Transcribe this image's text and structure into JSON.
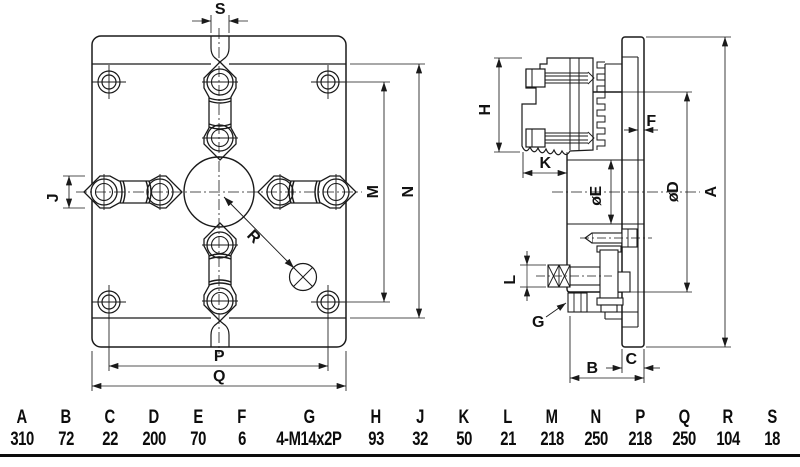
{
  "front_view": {
    "dims": {
      "s": "S",
      "j": "J",
      "m": "M",
      "n": "N",
      "p": "P",
      "q": "Q",
      "r": "R"
    }
  },
  "side_view": {
    "dims": {
      "h": "H",
      "k": "K",
      "f": "F",
      "e": "øE",
      "d": "øD",
      "a": "A",
      "l": "L",
      "g": "G",
      "b": "B",
      "c": "C"
    }
  },
  "table": {
    "columns": [
      {
        "label": "A",
        "value": "310"
      },
      {
        "label": "B",
        "value": "72"
      },
      {
        "label": "C",
        "value": "22"
      },
      {
        "label": "D",
        "value": "200"
      },
      {
        "label": "E",
        "value": "70"
      },
      {
        "label": "F",
        "value": "6"
      },
      {
        "label": "G",
        "value": "4-M14x2P"
      },
      {
        "label": "H",
        "value": "93"
      },
      {
        "label": "J",
        "value": "32"
      },
      {
        "label": "K",
        "value": "50"
      },
      {
        "label": "L",
        "value": "21"
      },
      {
        "label": "M",
        "value": "218"
      },
      {
        "label": "N",
        "value": "250"
      },
      {
        "label": "P",
        "value": "218"
      },
      {
        "label": "Q",
        "value": "250"
      },
      {
        "label": "R",
        "value": "104"
      },
      {
        "label": "S",
        "value": "18"
      }
    ]
  },
  "colors": {
    "line": "#1a1a1a",
    "text": "#0c0c0c"
  }
}
